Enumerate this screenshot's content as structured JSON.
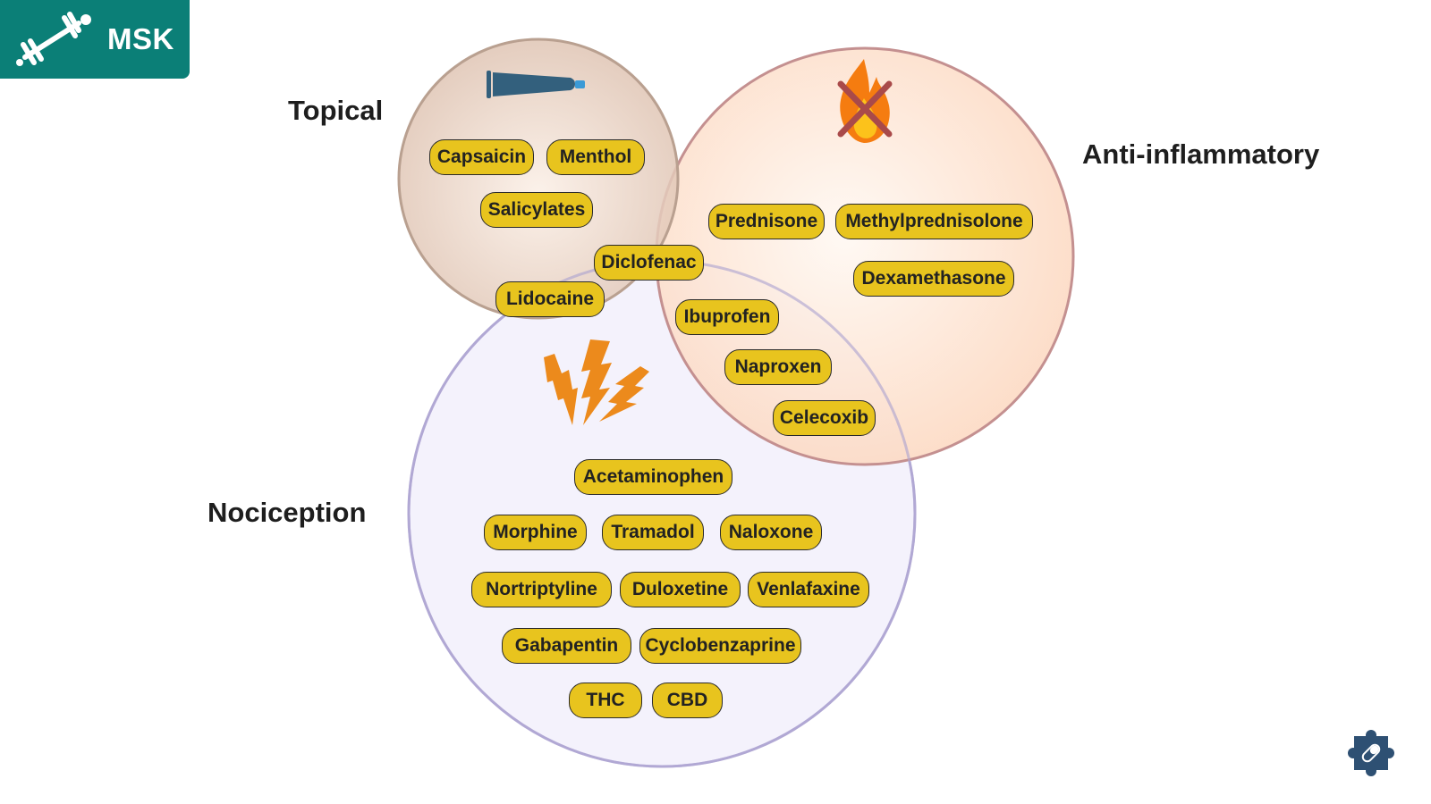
{
  "badge": {
    "label": "MSK",
    "icon": "syringe-icon",
    "color": "#0b7f77"
  },
  "categories": {
    "topical": {
      "label": "Topical",
      "icon": "cream-tube-icon",
      "fill": "#e6cdbd",
      "stroke": "#b9a090"
    },
    "anti_inflammatory": {
      "label": "Anti-inflammatory",
      "icon": "crossed-fire-icon",
      "fill": "#fddcc6",
      "stroke": "#c49090"
    },
    "nociception": {
      "label": "Nociception",
      "icon": "lightning-icon",
      "fill": "#f4f1fc",
      "stroke": "#b1a8d4"
    }
  },
  "drugs": {
    "topical_only": [
      "Capsaicin",
      "Menthol",
      "Salicylates"
    ],
    "topical_anti_inflammatory": [
      "Diclofenac"
    ],
    "topical_nociception": [
      "Lidocaine"
    ],
    "anti_inflammatory_only": [
      "Prednisone",
      "Methylprednisolone",
      "Dexamethasone"
    ],
    "anti_inflammatory_nociception": [
      "Ibuprofen",
      "Naproxen",
      "Celecoxib"
    ],
    "nociception_only": [
      "Acetaminophen",
      "Morphine",
      "Tramadol",
      "Naloxone",
      "Nortriptyline",
      "Duloxetine",
      "Venlafaxine",
      "Gabapentin",
      "Cyclobenzaprine",
      "THC",
      "CBD"
    ]
  },
  "pill_color": "#e8c41e",
  "corner_icon": "puzzle-pill-icon"
}
